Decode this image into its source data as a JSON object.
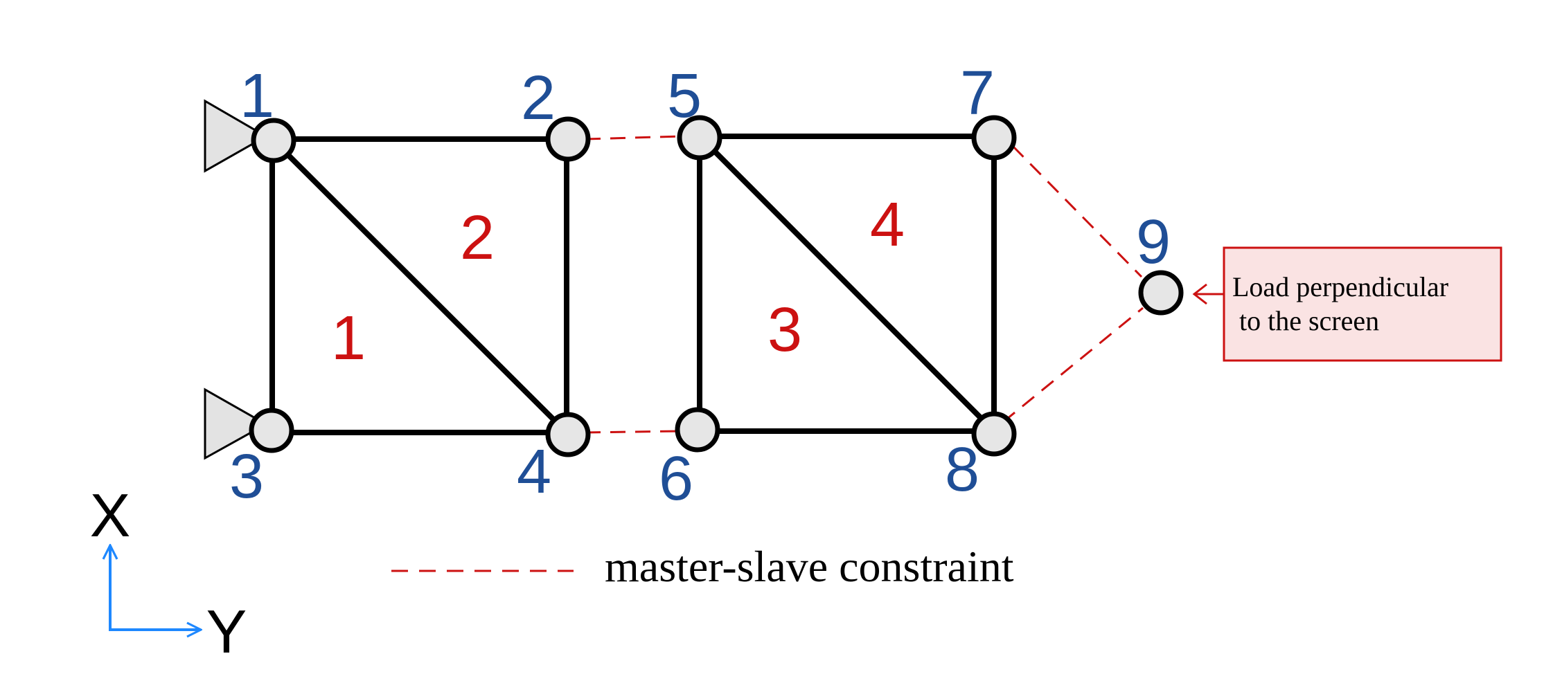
{
  "nodes": [
    {
      "id": "1",
      "label": "1"
    },
    {
      "id": "2",
      "label": "2"
    },
    {
      "id": "3",
      "label": "3"
    },
    {
      "id": "4",
      "label": "4"
    },
    {
      "id": "5",
      "label": "5"
    },
    {
      "id": "6",
      "label": "6"
    },
    {
      "id": "7",
      "label": "7"
    },
    {
      "id": "8",
      "label": "8"
    },
    {
      "id": "9",
      "label": "9"
    }
  ],
  "elements": [
    {
      "id": "1",
      "label": "1",
      "nodes": [
        "1",
        "3",
        "4"
      ]
    },
    {
      "id": "2",
      "label": "2",
      "nodes": [
        "1",
        "2",
        "4"
      ]
    },
    {
      "id": "3",
      "label": "3",
      "nodes": [
        "5",
        "6",
        "8"
      ]
    },
    {
      "id": "4",
      "label": "4",
      "nodes": [
        "5",
        "7",
        "8"
      ]
    }
  ],
  "constraints": [
    {
      "from": "2",
      "to": "5"
    },
    {
      "from": "4",
      "to": "6"
    },
    {
      "from": "7",
      "to": "9"
    },
    {
      "from": "8",
      "to": "9"
    }
  ],
  "supports": [
    "1",
    "3"
  ],
  "legend": {
    "label": "master-slave constraint"
  },
  "load_note": {
    "line1": "Load perpendicular",
    "line2": " to the screen",
    "target_node": "9"
  },
  "axes": {
    "vertical": "X",
    "horizontal": "Y"
  },
  "colors": {
    "node_label": "#1f4e96",
    "element_label": "#cc1111",
    "constraint": "#cc1111",
    "axis_arrow": "#1e88ff",
    "note_fill": "#fae3e3",
    "note_border": "#cc1111",
    "node_fill": "#e6e6e6",
    "support_fill": "#e3e3e3"
  }
}
